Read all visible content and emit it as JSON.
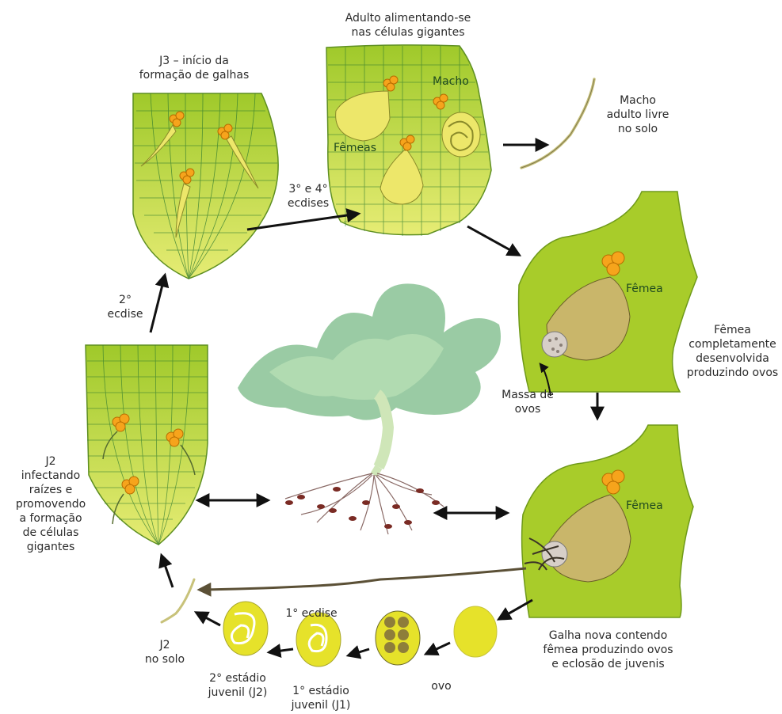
{
  "labels": {
    "adult_feeding": "Adulto alimentando-se\nnas células gigantes",
    "j3": "J3 – início da\nformação de galhas",
    "macho_inside": "Macho",
    "femeas_inside": "Fêmeas",
    "free_male": "Macho\nadulto livre\nno solo",
    "molt_34": "3° e 4°\necdises",
    "molt_2": "2°\necdise",
    "female_top": "Fêmea",
    "female_full": "Fêmea\ncompletamente\ndesenvolvida\nproduzindo ovos",
    "egg_mass": "Massa de\novos",
    "female_bottom": "Fêmea",
    "j2_infecting": "J2\ninfectando\nraízes e\npromovendo\na formação\nde células\ngigantes",
    "new_gall": "Galha nova contendo\nfêmea produzindo ovos\ne eclosão de juvenis",
    "molt_1": "1° ecdise",
    "j2_soil": "J2\nno solo",
    "j2_stage": "2° estádio\njuvenil (J2)",
    "j1_stage": "1° estádio\njuvenil (J1)",
    "egg": "ovo"
  },
  "colors": {
    "root_green": "#a8cc2a",
    "root_light": "#dfe862",
    "grid_line": "#2f7a2f",
    "nematode_head": "#f6a41c",
    "female_body": "#ede76a",
    "female_body_mature": "#c9b66a",
    "egg_yellow": "#e6e22a",
    "plant_leaf": "#8fc59a",
    "root_brown": "#7a2b24",
    "arrow": "#111111"
  }
}
